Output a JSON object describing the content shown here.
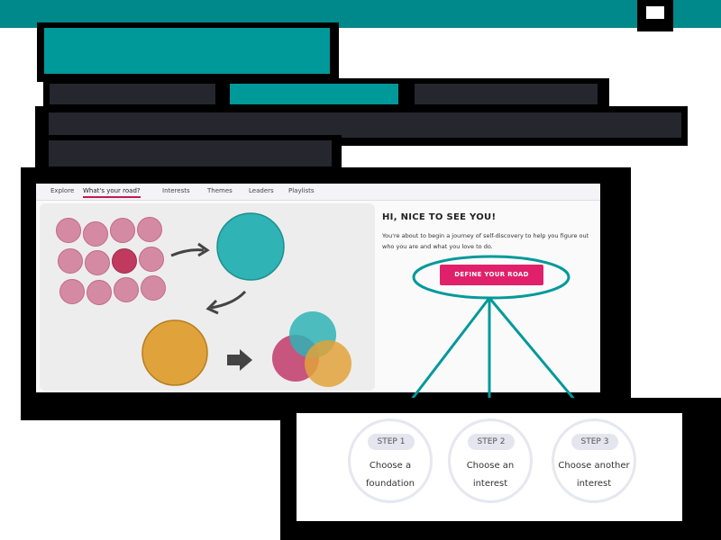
{
  "tabs": [
    "Explore",
    "What's your road?",
    "Interests",
    "Themes",
    "Leaders",
    "Playlists"
  ],
  "hero": {
    "headline": "HI, NICE TO SEE YOU!",
    "subtext": "You're about to begin a journey of self-discovery to help you figure out who you are and what you love to do.",
    "cta_label": "DEFINE YOUR ROAD"
  },
  "steps": [
    {
      "badge": "STEP 1",
      "line1": "Choose a",
      "line2": "foundation"
    },
    {
      "badge": "STEP 2",
      "line1": "Choose an",
      "line2": "interest"
    },
    {
      "badge": "STEP 3",
      "line1": "Choose another",
      "line2": "interest"
    }
  ],
  "colors": {
    "teal": "#00999a",
    "cta_pink": "#e0206a",
    "dot_pink": "#d58aa4",
    "dot_dark": "#c0395f",
    "circle_teal": "#2fb3b5",
    "circle_orange": "#e0a23a",
    "circle_magenta": "#c03a68"
  }
}
